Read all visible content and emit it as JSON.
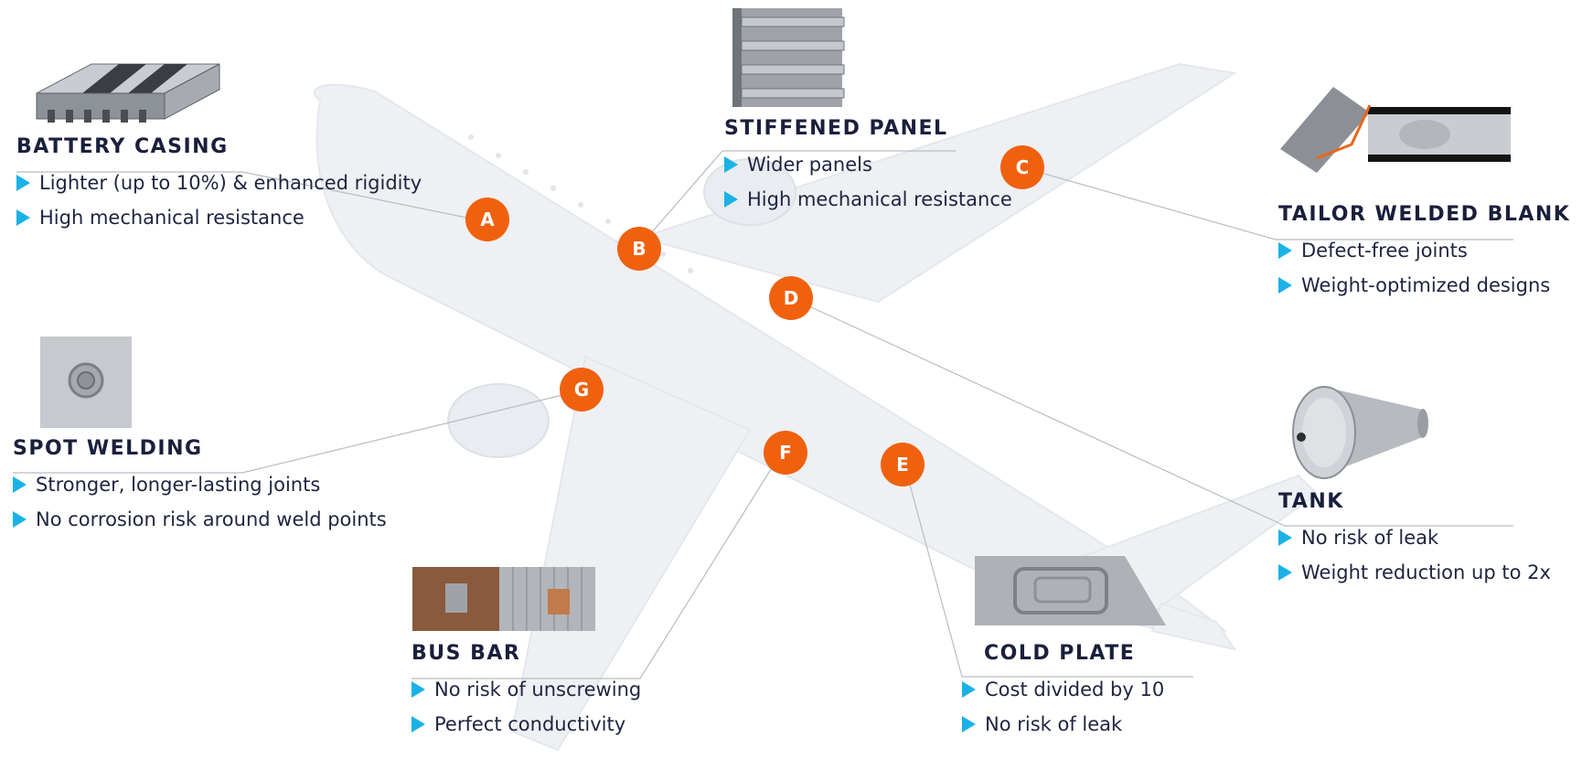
{
  "colors": {
    "marker": "#f0610f",
    "bullet": "#1ab2e6",
    "title": "#1a1f3c",
    "leader": "#b8bcc4",
    "plane": "#eef0f3"
  },
  "markers": [
    {
      "id": "A",
      "label": "A"
    },
    {
      "id": "B",
      "label": "B"
    },
    {
      "id": "C",
      "label": "C"
    },
    {
      "id": "D",
      "label": "D"
    },
    {
      "id": "E",
      "label": "E"
    },
    {
      "id": "F",
      "label": "F"
    },
    {
      "id": "G",
      "label": "G"
    }
  ],
  "blocks": {
    "battery_casing": {
      "title": "BATTERY CASING",
      "items": [
        "Lighter (up to 10%) & enhanced rigidity",
        "High mechanical resistance"
      ],
      "image": "battery-casing-image"
    },
    "stiffened_panel": {
      "title": "STIFFENED PANEL",
      "items": [
        "Wider panels",
        "High mechanical resistance"
      ],
      "image": "stiffened-panel-image"
    },
    "tailor_welded_blank": {
      "title": "TAILOR WELDED BLANK",
      "items": [
        "Defect-free joints",
        "Weight-optimized designs"
      ],
      "image": "tailor-welded-blank-image"
    },
    "spot_welding": {
      "title": "SPOT WELDING",
      "items": [
        "Stronger, longer-lasting joints",
        "No corrosion risk around weld points"
      ],
      "image": "spot-welding-image"
    },
    "tank": {
      "title": "TANK",
      "items": [
        "No risk of leak",
        "Weight reduction up to 2x"
      ],
      "image": "tank-image"
    },
    "bus_bar": {
      "title": "BUS BAR",
      "items": [
        "No risk of unscrewing",
        "Perfect conductivity"
      ],
      "image": "bus-bar-image"
    },
    "cold_plate": {
      "title": "COLD PLATE",
      "items": [
        "Cost divided by 10",
        "No risk of leak"
      ],
      "image": "cold-plate-image"
    }
  }
}
